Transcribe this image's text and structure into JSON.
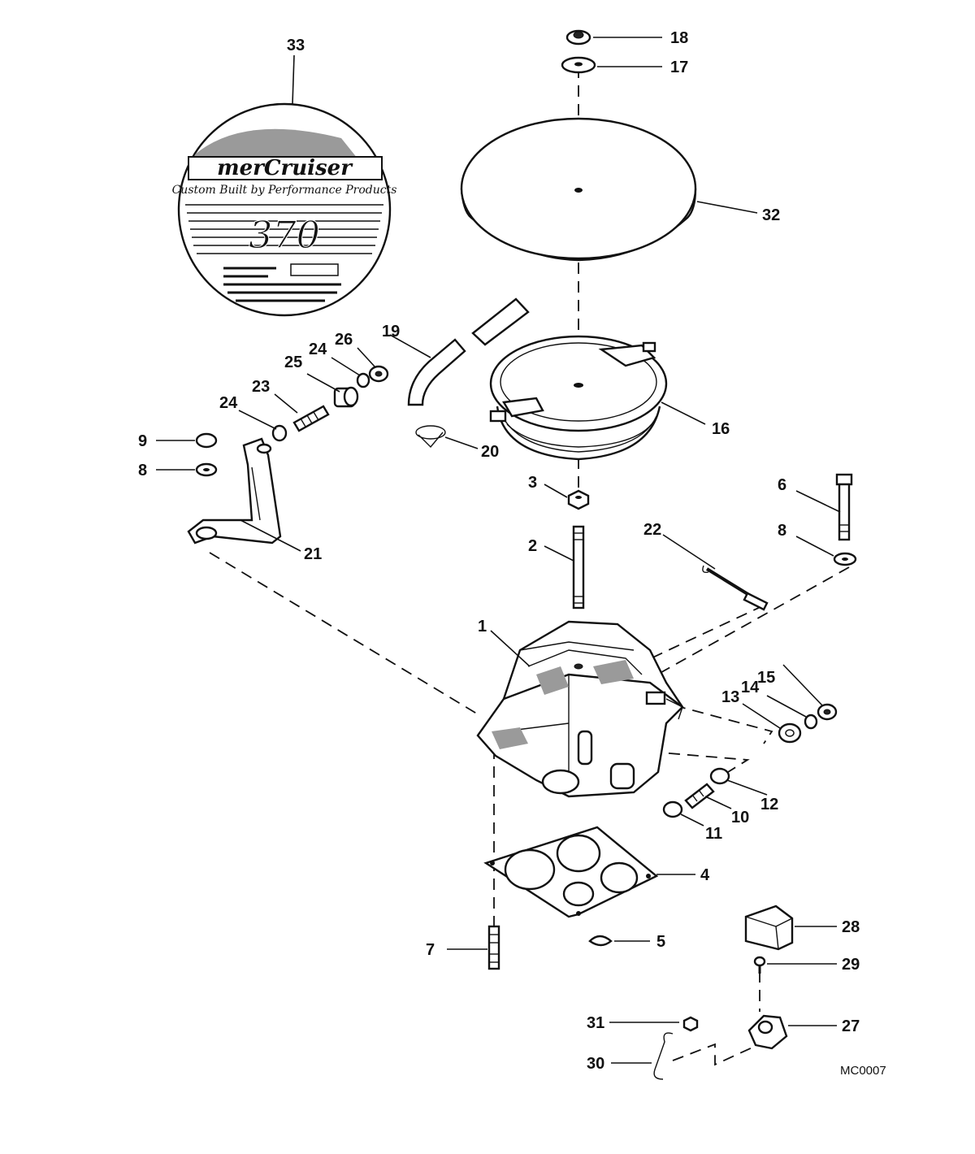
{
  "diagram": {
    "drawing_code": "MC0007",
    "decal": {
      "brand": "merCruiser",
      "tagline": "Custom Built by Performance Products",
      "model": "370"
    },
    "callouts": [
      {
        "id": "c1",
        "label": "1"
      },
      {
        "id": "c2",
        "label": "2"
      },
      {
        "id": "c3",
        "label": "3"
      },
      {
        "id": "c4",
        "label": "4"
      },
      {
        "id": "c5",
        "label": "5"
      },
      {
        "id": "c6",
        "label": "6"
      },
      {
        "id": "c7",
        "label": "7"
      },
      {
        "id": "c8a",
        "label": "8"
      },
      {
        "id": "c8b",
        "label": "8"
      },
      {
        "id": "c9",
        "label": "9"
      },
      {
        "id": "c10",
        "label": "10"
      },
      {
        "id": "c11",
        "label": "11"
      },
      {
        "id": "c12",
        "label": "12"
      },
      {
        "id": "c13",
        "label": "13"
      },
      {
        "id": "c14",
        "label": "14"
      },
      {
        "id": "c15",
        "label": "15"
      },
      {
        "id": "c16",
        "label": "16"
      },
      {
        "id": "c17",
        "label": "17"
      },
      {
        "id": "c18",
        "label": "18"
      },
      {
        "id": "c19",
        "label": "19"
      },
      {
        "id": "c20",
        "label": "20"
      },
      {
        "id": "c21",
        "label": "21"
      },
      {
        "id": "c22",
        "label": "22"
      },
      {
        "id": "c23",
        "label": "23"
      },
      {
        "id": "c24a",
        "label": "24"
      },
      {
        "id": "c24b",
        "label": "24"
      },
      {
        "id": "c25",
        "label": "25"
      },
      {
        "id": "c26",
        "label": "26"
      },
      {
        "id": "c27",
        "label": "27"
      },
      {
        "id": "c28",
        "label": "28"
      },
      {
        "id": "c29",
        "label": "29"
      },
      {
        "id": "c30",
        "label": "30"
      },
      {
        "id": "c31",
        "label": "31"
      },
      {
        "id": "c32",
        "label": "32"
      },
      {
        "id": "c33",
        "label": "33"
      }
    ]
  }
}
